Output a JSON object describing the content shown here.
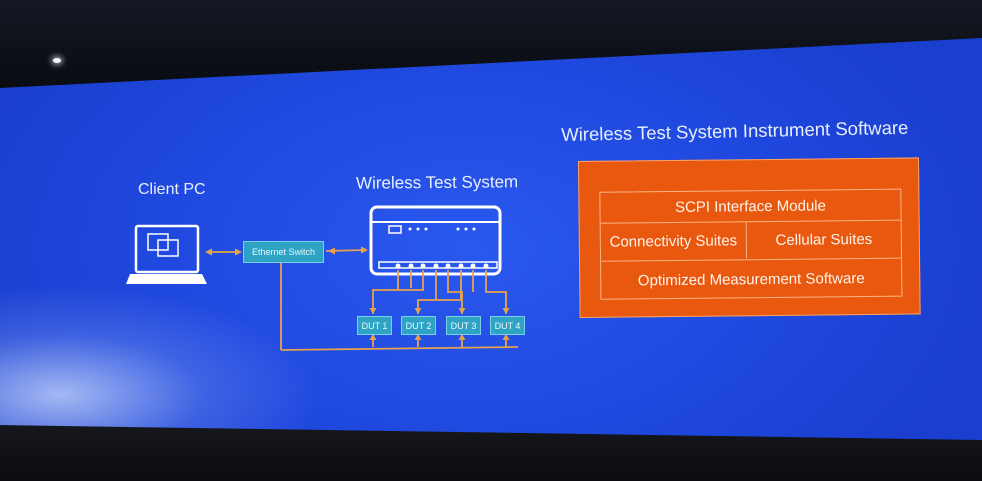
{
  "diagram": {
    "client_pc_label": "Client PC",
    "ethernet_switch_label": "Ethernet Switch",
    "wireless_test_system_label": "Wireless Test System",
    "duts": [
      "DUT 1",
      "DUT 2",
      "DUT 3",
      "DUT 4"
    ]
  },
  "software": {
    "title": "Wireless Test System Instrument Software",
    "modules": {
      "scpi": "SCPI Interface Module",
      "connectivity": "Connectivity Suites",
      "cellular": "Cellular Suites",
      "optimized": "Optimized Measurement Software"
    }
  },
  "colors": {
    "slide_background": "#1f48de",
    "software_panel": "#e8580f",
    "connector_lines": "#e7a24e",
    "device_boxes": "#2fa3c4"
  }
}
